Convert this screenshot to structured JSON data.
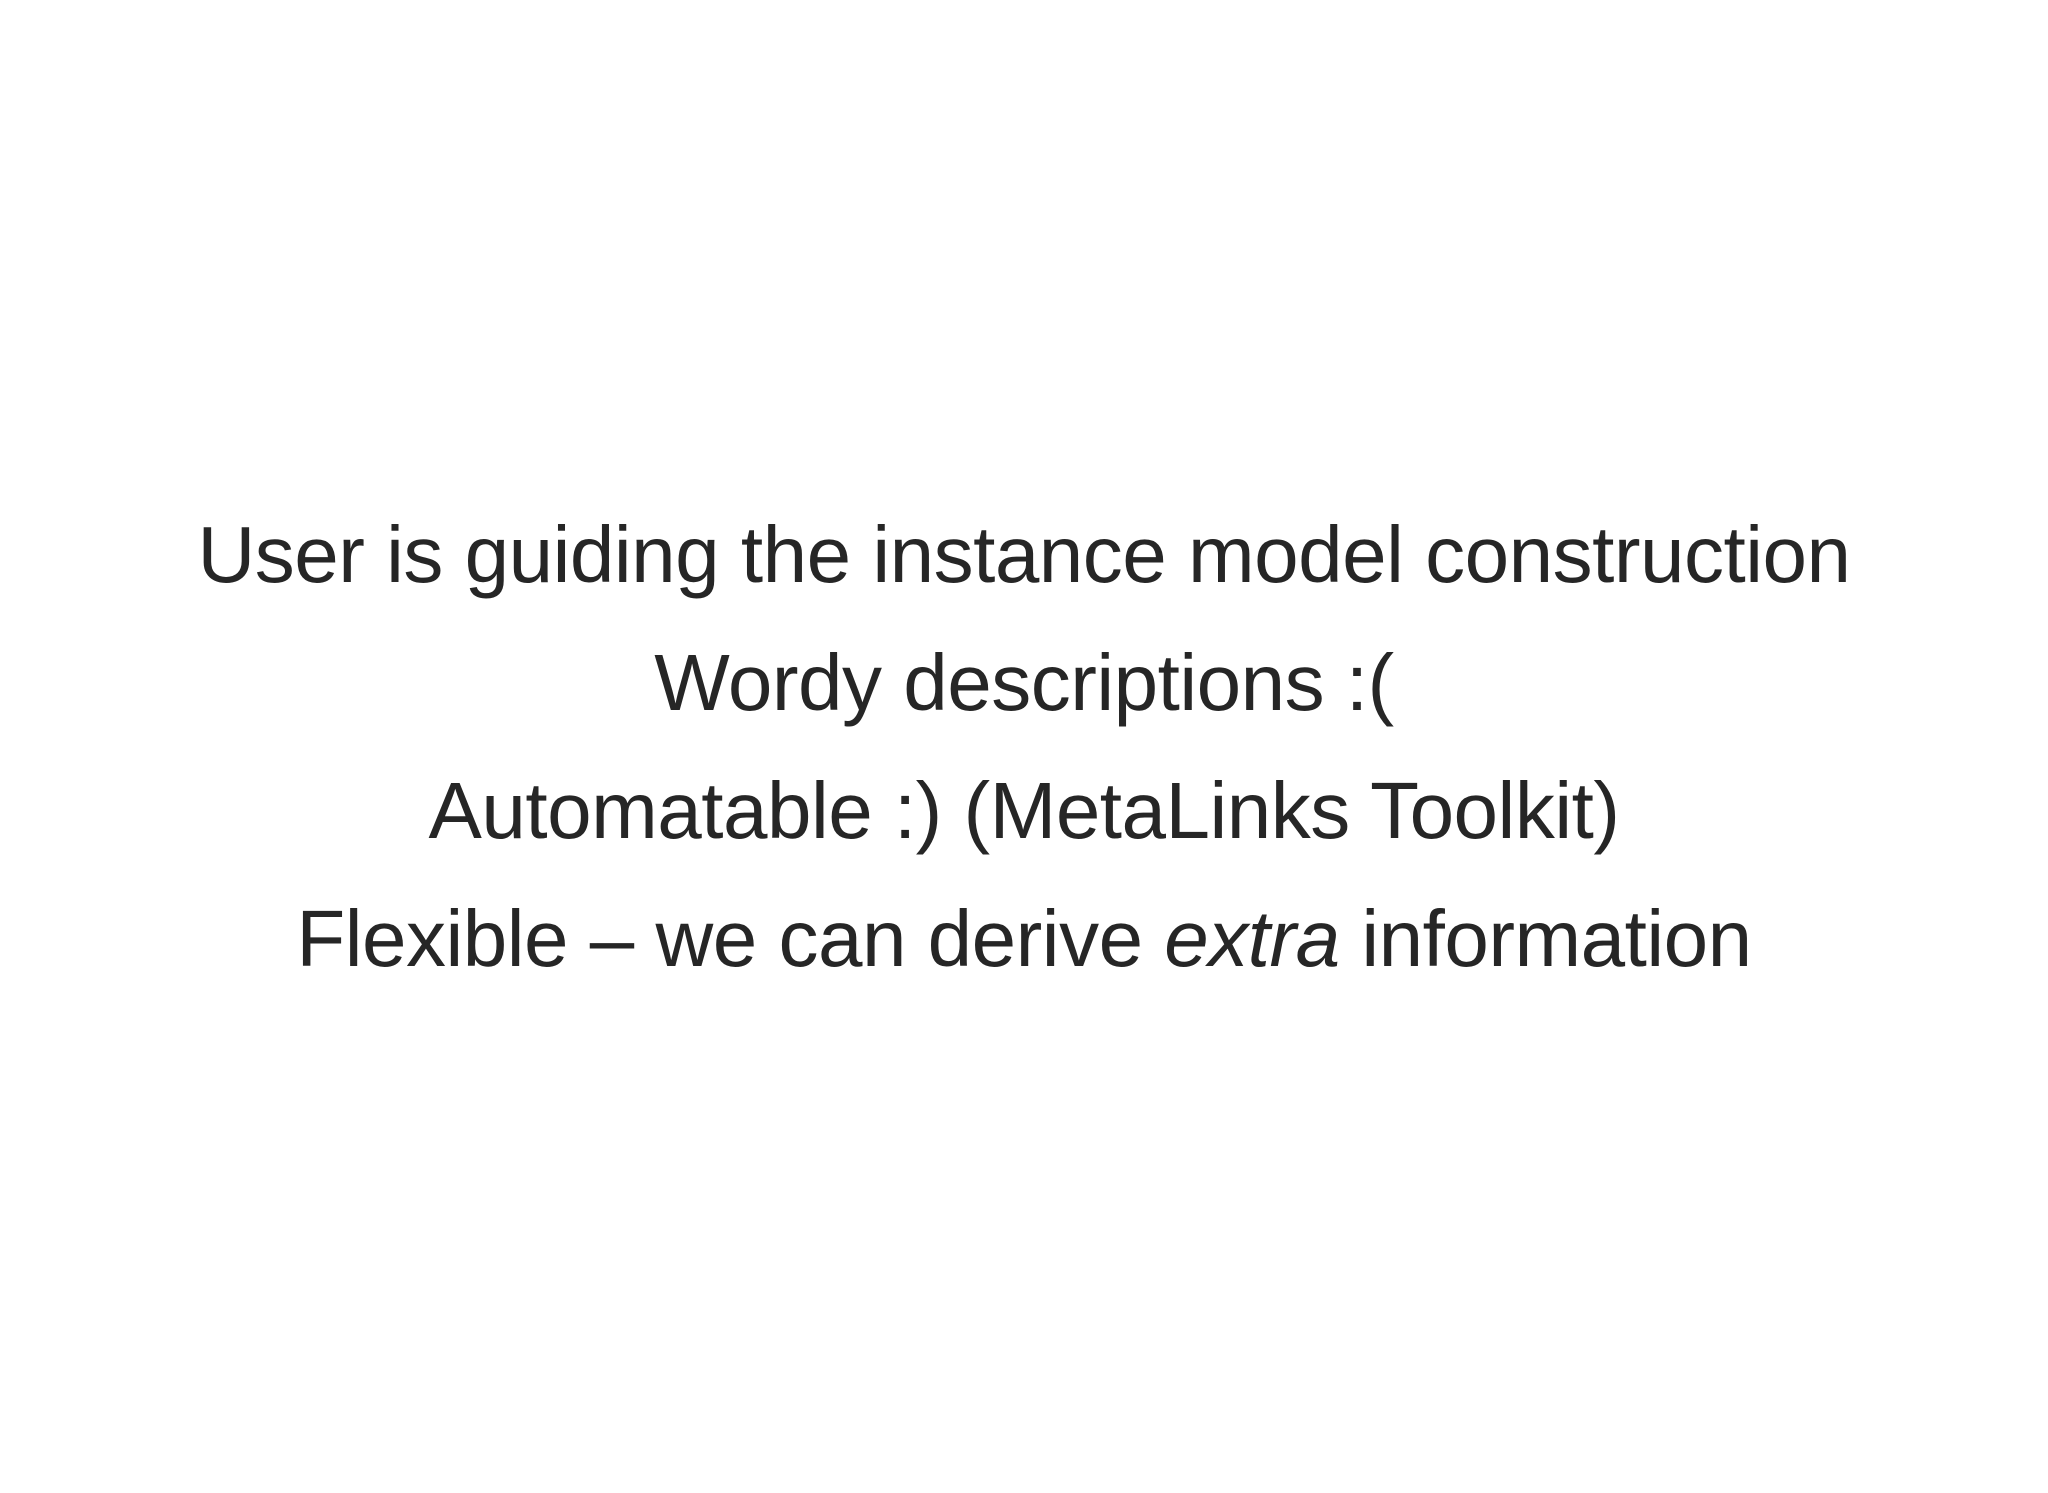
{
  "slide": {
    "background_color": "#ffffff",
    "text_color": "#262626",
    "lines": [
      {
        "text": "User is guiding the instance model construction"
      },
      {
        "text": "Wordy descriptions :("
      },
      {
        "text": "Automatable :) (MetaLinks Toolkit)"
      },
      {
        "segments": [
          {
            "text": "Flexible – we can derive ",
            "style": "normal"
          },
          {
            "text": "extra",
            "style": "italic"
          },
          {
            "text": " information",
            "style": "normal"
          }
        ]
      }
    ]
  }
}
